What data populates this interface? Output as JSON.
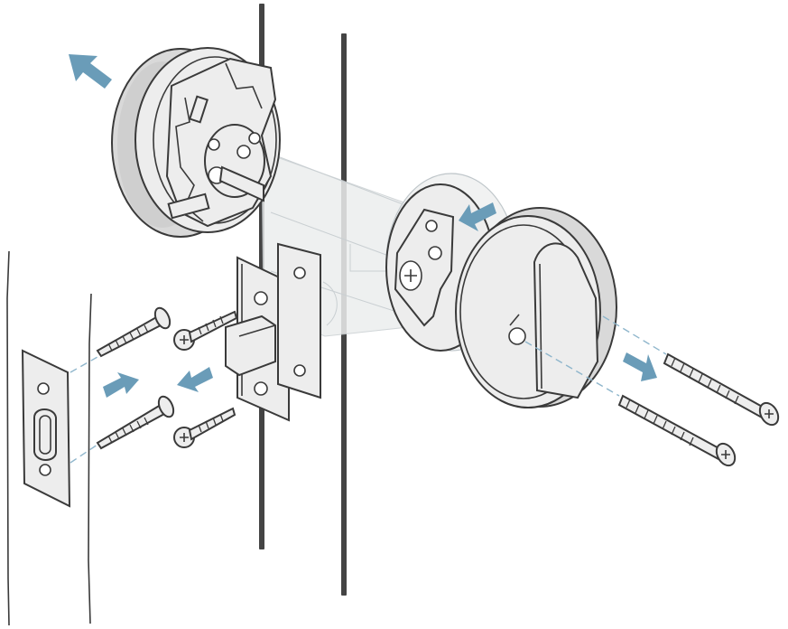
{
  "diagram": {
    "kind": "exploded-assembly",
    "colors": {
      "outline": "#3a3a3a",
      "part_fill": "#e6e6e6",
      "part_fill_light": "#f3f3f3",
      "part_shadow": "#cfcfcf",
      "door_edge": "#444444",
      "arrow": "#6a9cb8",
      "guide_line": "#8fb6cc",
      "ghost_part": "#eceeee"
    },
    "parts": [
      {
        "id": "interior-assembly",
        "icon": "round-escutcheon"
      },
      {
        "id": "spindle-tailpiece",
        "icon": "bar"
      },
      {
        "id": "latch-bolt",
        "icon": "latch"
      },
      {
        "id": "strike-plate",
        "icon": "plate"
      },
      {
        "id": "mounting-plate",
        "icon": "round-plate"
      },
      {
        "id": "exterior-thumbturn",
        "icon": "thumbturn"
      },
      {
        "id": "strike-screws",
        "count": 2
      },
      {
        "id": "latch-screws",
        "count": 2
      },
      {
        "id": "long-mounting-screws",
        "count": 2
      }
    ],
    "arrows": [
      {
        "id": "arrow-interior-out",
        "direction": "up-left"
      },
      {
        "id": "arrow-mounting-plate-in",
        "direction": "left"
      },
      {
        "id": "arrow-exterior-out",
        "direction": "right"
      },
      {
        "id": "arrow-latch-out",
        "direction": "left"
      },
      {
        "id": "arrow-strike-in",
        "direction": "right"
      }
    ]
  }
}
